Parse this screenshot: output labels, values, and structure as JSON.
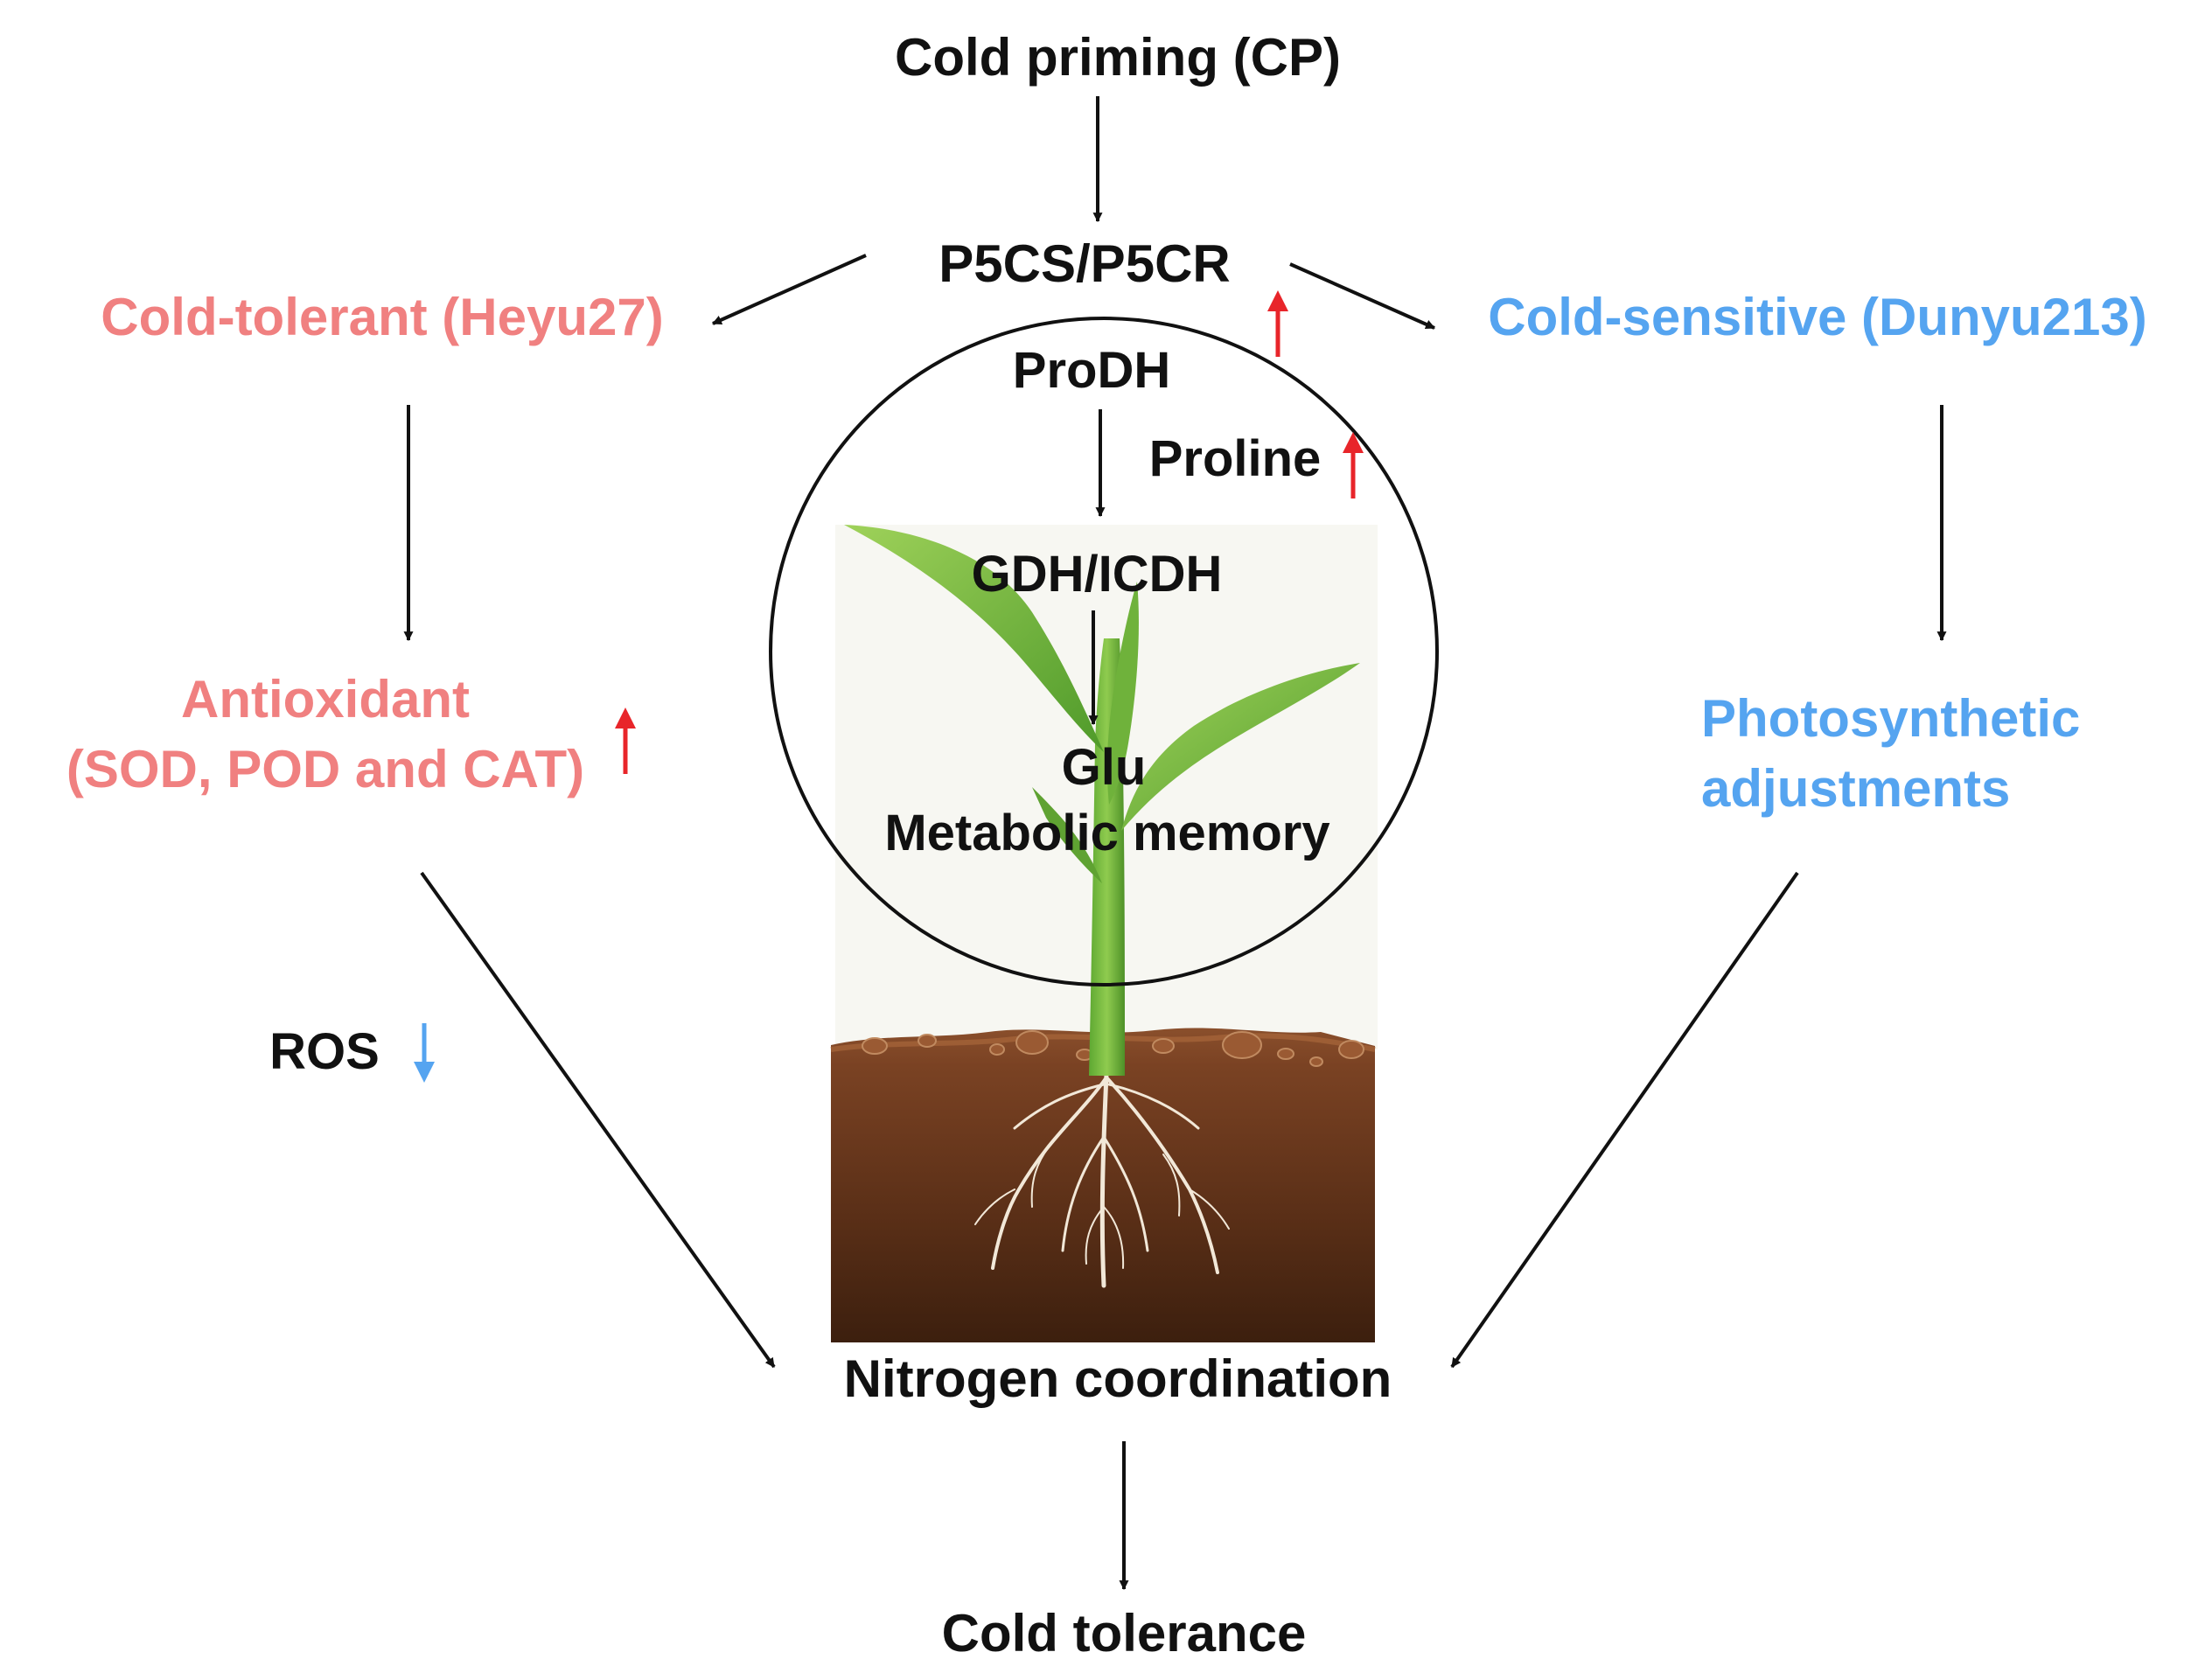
{
  "colors": {
    "black": "#111111",
    "tolerant": "#f08080",
    "sensitive": "#55a4f0",
    "up_arrow": "#e8252a",
    "down_arrow": "#55a4f0",
    "leaf": "#7ab648",
    "soil": "#6b3a1f"
  },
  "icons": {
    "up_arrow": "red-up-arrow-icon",
    "down_arrow": "blue-down-arrow-icon",
    "illustration": "maize-seedling-in-soil"
  },
  "labels": {
    "cold_priming": "Cold priming (CP)",
    "p5cs": "P5CS/P5CR",
    "tolerant": "Cold-tolerant (Heyu27)",
    "sensitive": "Cold-sensitive (Dunyu213)",
    "prodh": "ProDH",
    "proline": "Proline",
    "gdh": "GDH/ICDH",
    "glu": "Glu",
    "memory": "Metabolic memory",
    "antioxidant_line1": "Antioxidant",
    "antioxidant_line2": "(SOD, POD and CAT)",
    "ros": "ROS",
    "photo_line1": "Photosynthetic",
    "photo_line2": "adjustments",
    "nitrogen": "Nitrogen coordination",
    "cold_tolerance": "Cold tolerance"
  }
}
